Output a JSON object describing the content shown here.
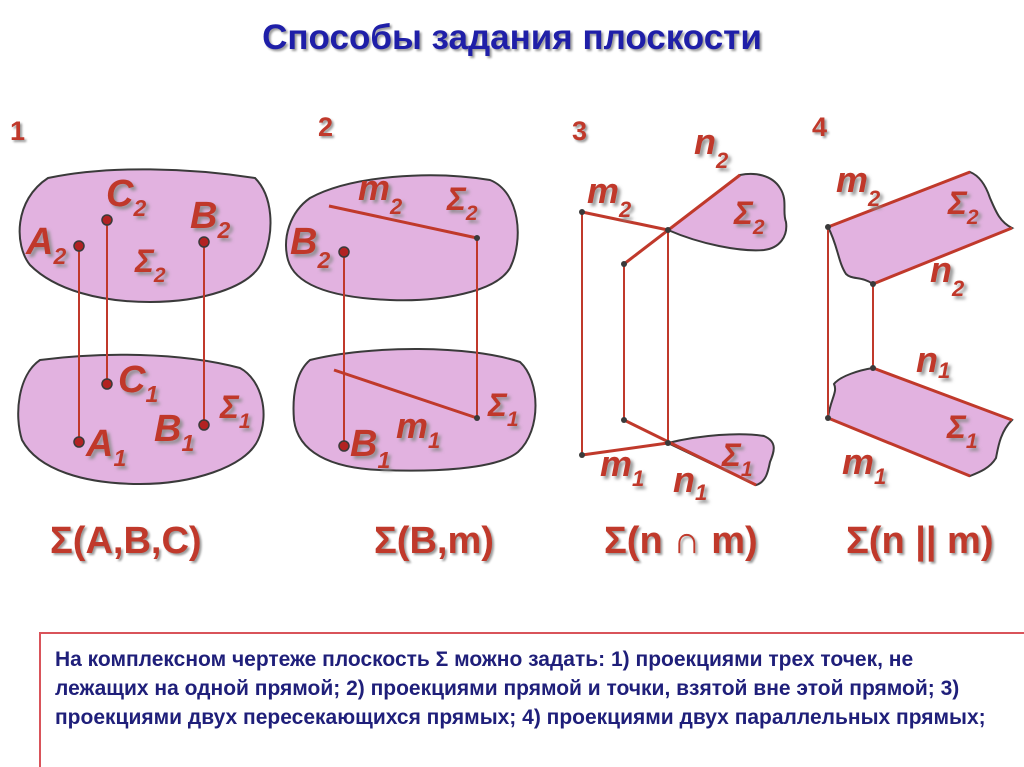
{
  "title": "Способы задания  плоскости",
  "numbers": [
    "1",
    "2",
    "3",
    "4"
  ],
  "formulas": [
    "Σ(A,B,C)",
    "Σ(B,m)",
    "Σ(n ∩ m)",
    "Σ(n || m)"
  ],
  "note": "На комплексном чертеже плоскость  Σ  можно задать: 1) проекциями трех точек, не лежащих на одной прямой; 2) проекциями прямой и точки, взятой вне этой прямой; 3) проекциями двух пересекающихся прямых; 4) проекциями двух параллельных прямых;",
  "labels": {
    "A2": {
      "base": "A",
      "sub": "2"
    },
    "C2": {
      "base": "C",
      "sub": "2"
    },
    "B2": {
      "base": "B",
      "sub": "2"
    },
    "S2a": {
      "base": "Σ",
      "sub": "2"
    },
    "C1": {
      "base": "C",
      "sub": "1"
    },
    "A1": {
      "base": "A",
      "sub": "1"
    },
    "B1": {
      "base": "B",
      "sub": "1"
    },
    "S1a": {
      "base": "Σ",
      "sub": "1"
    },
    "m2b": {
      "base": "m",
      "sub": "2"
    },
    "S2b": {
      "base": "Σ",
      "sub": "2"
    },
    "B2b": {
      "base": "B",
      "sub": "2"
    },
    "B1b": {
      "base": "B",
      "sub": "1"
    },
    "m1b": {
      "base": "m",
      "sub": "1"
    },
    "S1b": {
      "base": "Σ",
      "sub": "1"
    },
    "n2c": {
      "base": "n",
      "sub": "2"
    },
    "m2c": {
      "base": "m",
      "sub": "2"
    },
    "S2c": {
      "base": "Σ",
      "sub": "2"
    },
    "m1c": {
      "base": "m",
      "sub": "1"
    },
    "n1c": {
      "base": "n",
      "sub": "1"
    },
    "S1c": {
      "base": "Σ",
      "sub": "1"
    },
    "m2d": {
      "base": "m",
      "sub": "2"
    },
    "S2d": {
      "base": "Σ",
      "sub": "2"
    },
    "n2d": {
      "base": "n",
      "sub": "2"
    },
    "n1d": {
      "base": "n",
      "sub": "1"
    },
    "S1d": {
      "base": "Σ",
      "sub": "1"
    },
    "m1d": {
      "base": "m",
      "sub": "1"
    }
  },
  "colors": {
    "title": "#1f1fa8",
    "accent": "#c0392b",
    "plane_fill": "#e2b2e0",
    "plane_stroke": "#3a3a3a",
    "note_text": "#1f1f7a",
    "note_border": "#d9535a"
  }
}
